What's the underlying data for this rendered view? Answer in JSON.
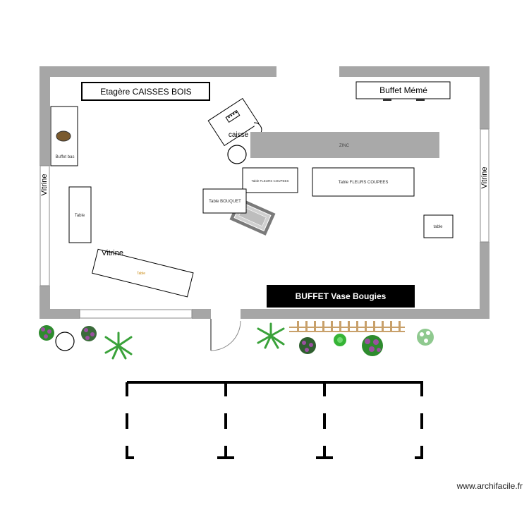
{
  "labels": {
    "etagere": "Etagère CAISSES BOIS",
    "buffet_meme": "Buffet Mémé",
    "caisse": "caisse",
    "zinc": "ZINC",
    "buffet_bas": "Buffet bas",
    "vitrine_left": "Vitrine",
    "vitrine_right": "Vitrine",
    "vitrine_diag": "Vitrine",
    "table_left": "Table",
    "table_fleurs_small": "Table FLEURS COUPEES",
    "table_fleurs_large": "Table FLEURS COUPEES",
    "table_bouquet": "Table BOUQUET",
    "table_diag": "Table",
    "table_right": "table",
    "buffet_vase": "BUFFET Vase Bougies"
  },
  "footer": "www.archifacile.fr",
  "colors": {
    "wall": "#a6a6a6",
    "zinc": "#a9a9a9",
    "buffet_vase_bg": "#000000",
    "table_diag_text": "#c8860a",
    "plant_green": "#2e8b2e",
    "flower_purple": "#9b4fa0",
    "fence": "#c8a06a"
  }
}
